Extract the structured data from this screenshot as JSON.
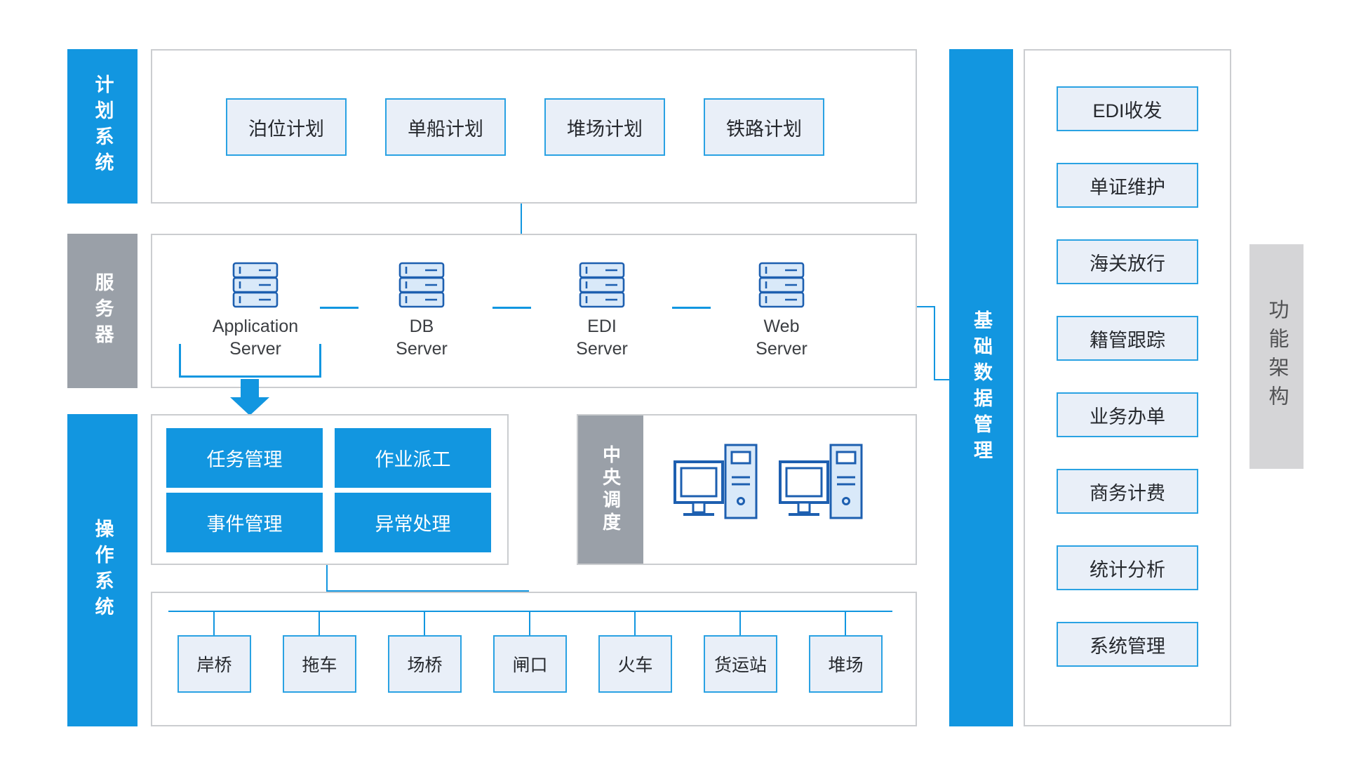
{
  "colors": {
    "accent_blue": "#1296e0",
    "bar_gray": "#9aa0a8",
    "light_gray_bar": "#d5d5d7",
    "box_fill": "#e9eff8",
    "box_border": "#2aa2e3",
    "panel_border": "#cbcdd0",
    "icon_stroke": "#1d5fb0",
    "icon_fill": "#d9e9f9",
    "text_dark": "#26292e"
  },
  "left_bars": {
    "planning": "计划系统",
    "servers": "服务器",
    "operations": "操作系统"
  },
  "planning_items": [
    "泊位计划",
    "单船计划",
    "堆场计划",
    "铁路计划"
  ],
  "server_items": [
    "Application\nServer",
    "DB\nServer",
    "EDI\nServer",
    "Web\nServer"
  ],
  "operation_items": [
    "任务管理",
    "作业派工",
    "事件管理",
    "异常处理"
  ],
  "central_dispatch": "中央调度",
  "equipment_items": [
    "岸桥",
    "拖车",
    "场桥",
    "闸口",
    "火车",
    "货运站",
    "堆场"
  ],
  "base_data_management": "基础数据管理",
  "function_items": [
    "EDI收发",
    "单证维护",
    "海关放行",
    "籍管跟踪",
    "业务办单",
    "商务计费",
    "统计分析",
    "系统管理"
  ],
  "function_architecture": "功能架构"
}
